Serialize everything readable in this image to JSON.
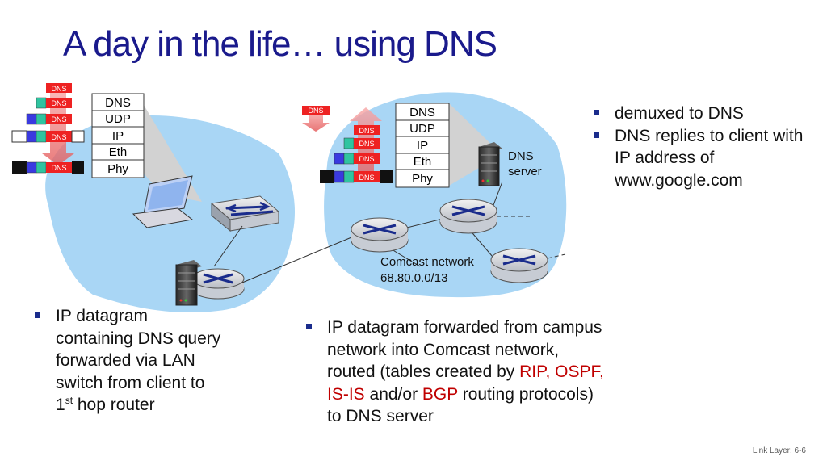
{
  "title": "A day in the life… using DNS",
  "stack_left": [
    "DNS",
    "UDP",
    "IP",
    "Eth",
    "Phy"
  ],
  "stack_server": [
    "DNS",
    "UDP",
    "IP",
    "Eth",
    "Phy"
  ],
  "dns_label": "DNS",
  "dns_server_label": [
    "DNS",
    "server"
  ],
  "network": {
    "name": "Comcast network",
    "prefix": "68.80.0.0/13"
  },
  "bullets_right": [
    "demuxed to DNS",
    "DNS replies to client with IP address of www.google.com"
  ],
  "bullet_left": {
    "line1": "IP datagram",
    "line2": "containing DNS query",
    "line3": "forwarded via LAN",
    "line4": "switch from client to",
    "line5_num": "1",
    "line5_sup": "st",
    "line5_rest": " hop router"
  },
  "bullet_mid": {
    "line1": "IP datagram forwarded from campus",
    "line2": "network into Comcast network,",
    "line3_a": "routed (tables created by ",
    "line3_red": "RIP, OSPF,",
    "line4_red1": "IS-IS",
    "line4_mid": " and/or ",
    "line4_red2": "BGP",
    "line4_rest": " routing protocols)",
    "line5": "to DNS server"
  },
  "footer": "Link Layer: 6-6",
  "colors": {
    "title": "#1a1a8c",
    "cloud": "#a9d6f5",
    "highlight_red": "#c00000",
    "bullet": "#1a2c8c"
  }
}
